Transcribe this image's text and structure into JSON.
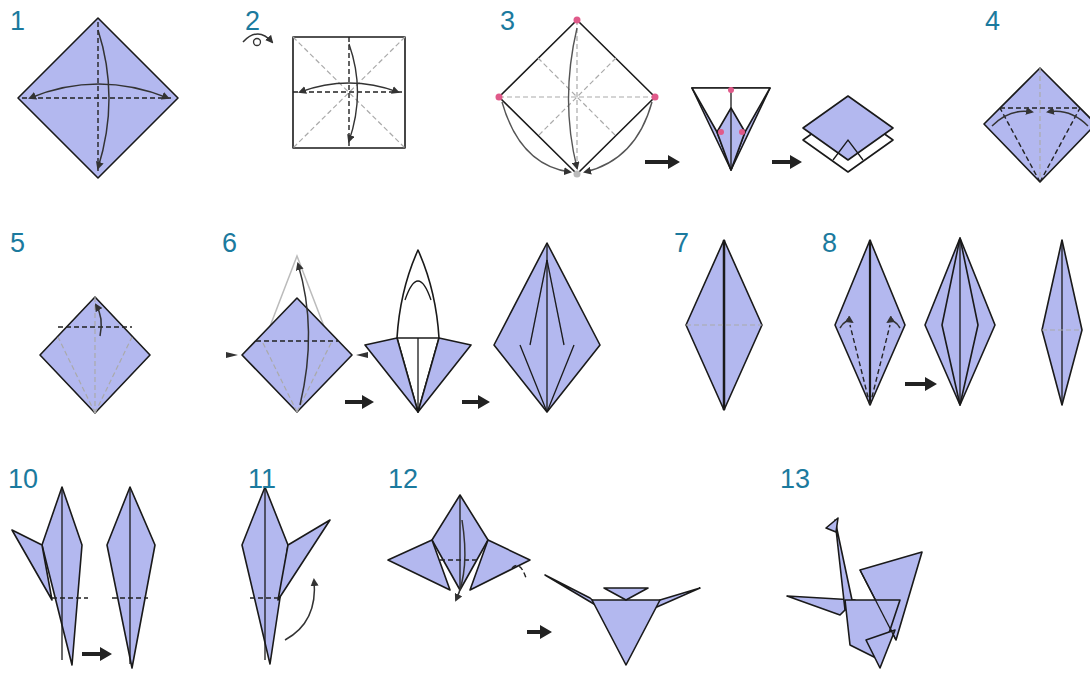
{
  "diagram": {
    "labels": [
      "1",
      "2",
      "3",
      "4",
      "5",
      "6",
      "7",
      "8",
      "10",
      "11",
      "12",
      "13"
    ]
  }
}
